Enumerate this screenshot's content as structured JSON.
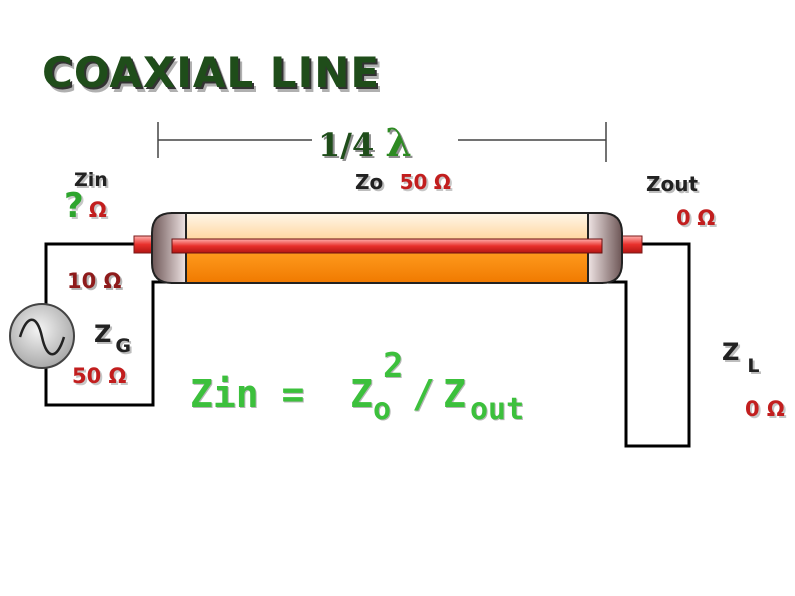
{
  "title": "COAXIAL LINE",
  "length": {
    "fraction": "1/4",
    "symbol": "λ"
  },
  "zin": {
    "label": "Zin",
    "value": "?",
    "unit": "Ω"
  },
  "zo": {
    "label": "Zo",
    "value": "50",
    "unit": "Ω"
  },
  "zout": {
    "label": "Zout",
    "value": "0",
    "unit": "Ω"
  },
  "generator": {
    "resistance": "10 Ω",
    "z_label": "Z",
    "z_sub": "G",
    "impedance": "50 Ω"
  },
  "load": {
    "z_label": "Z",
    "z_sub": "L",
    "impedance": "0 Ω"
  },
  "formula": {
    "lhs": "Zin =",
    "z": "Z",
    "z_sub": "o",
    "exp": "2",
    "div": "/",
    "z2": "Z",
    "z2_sub": "out"
  },
  "colors": {
    "title": "#1f4d1a",
    "red_label": "#c21e1e",
    "green": "#2ea52e",
    "conductor": "#e0302c",
    "dielectric": "#ffcf8a"
  }
}
